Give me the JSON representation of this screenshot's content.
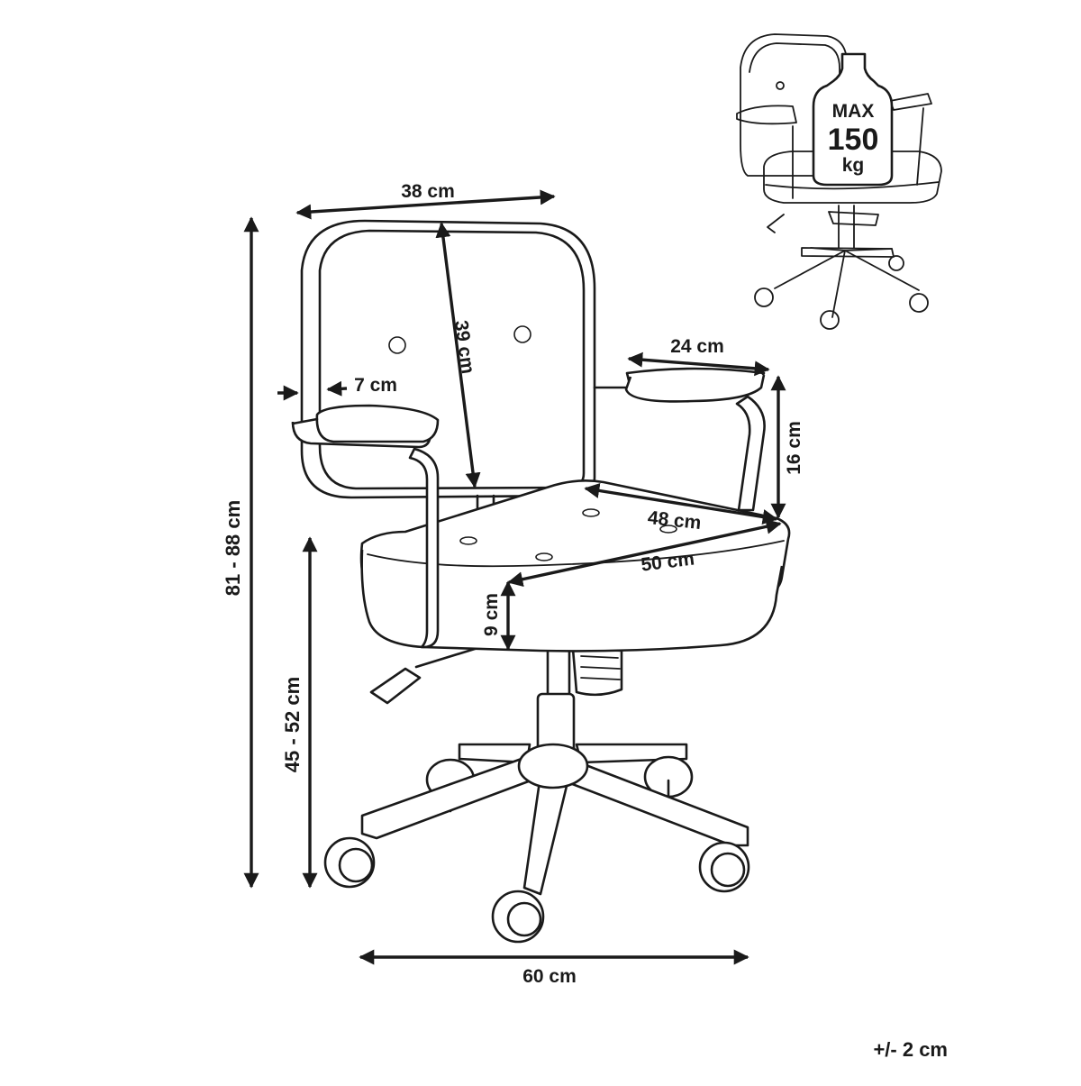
{
  "dimensions": {
    "backrest_width": "38 cm",
    "backrest_height": "39 cm",
    "back_thickness": "7 cm",
    "armrest_length": "24 cm",
    "armrest_height": "16 cm",
    "seat_depth": "48 cm",
    "seat_width": "50 cm",
    "seat_thickness": "9 cm",
    "total_height": "81 - 88 cm",
    "seat_height": "45 - 52 cm",
    "base_width": "60 cm"
  },
  "max_load": {
    "line1": "MAX",
    "line2": "150",
    "line3": "kg"
  },
  "tolerance": "+/- 2 cm"
}
